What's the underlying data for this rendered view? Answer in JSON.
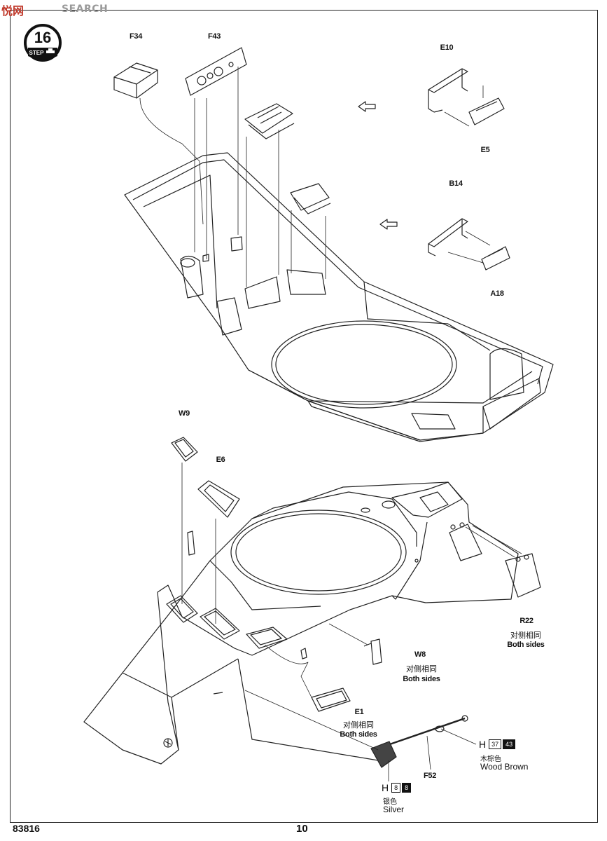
{
  "watermark": {
    "logo": "悦网",
    "brand": "SEARCH",
    "url": ""
  },
  "step": {
    "number": "16",
    "label": "STEP"
  },
  "parts": {
    "f34": "F34",
    "f43": "F43",
    "e10": "E10",
    "e5": "E5",
    "b14": "B14",
    "a18": "A18",
    "w9": "W9",
    "e6": "E6",
    "r22": "R22",
    "w8": "W8",
    "e1": "E1",
    "f52": "F52"
  },
  "notes": {
    "both_sides_cn": "对侧相同",
    "both_sides_en": "Both sides"
  },
  "paints": {
    "wood": {
      "letter": "H",
      "code1": "37",
      "code2": "43",
      "name_cn": "木棕色",
      "name_en": "Wood Brown"
    },
    "silver": {
      "letter": "H",
      "code1": "8",
      "code2": "8",
      "name_cn": "银色",
      "name_en": "Silver"
    }
  },
  "footer": {
    "kit_code": "83816",
    "page": "10"
  }
}
